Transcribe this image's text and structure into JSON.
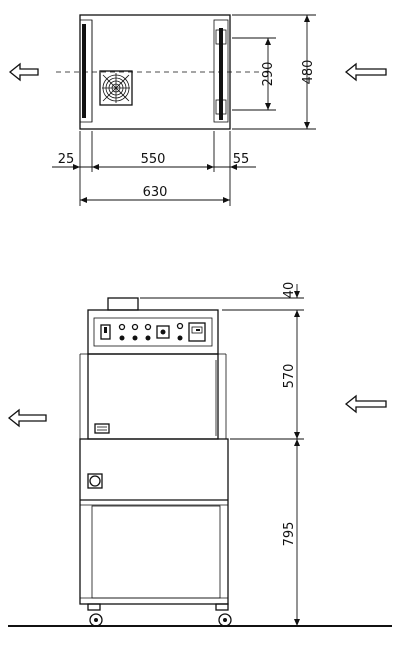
{
  "top_view": {
    "dim_width_left": "25",
    "dim_width_center": "550",
    "dim_width_right": "55",
    "dim_width_total": "630",
    "dim_depth_inner": "290",
    "dim_depth_total": "480"
  },
  "front_view": {
    "dim_top_cap": "40",
    "dim_tunnel_height": "570",
    "dim_stand_height": "795"
  },
  "colors": {
    "line": "#111111",
    "background": "#ffffff"
  },
  "icons": [
    "flow-arrow-left-icon",
    "fan-grille-icon",
    "caster-wheel-icon"
  ]
}
